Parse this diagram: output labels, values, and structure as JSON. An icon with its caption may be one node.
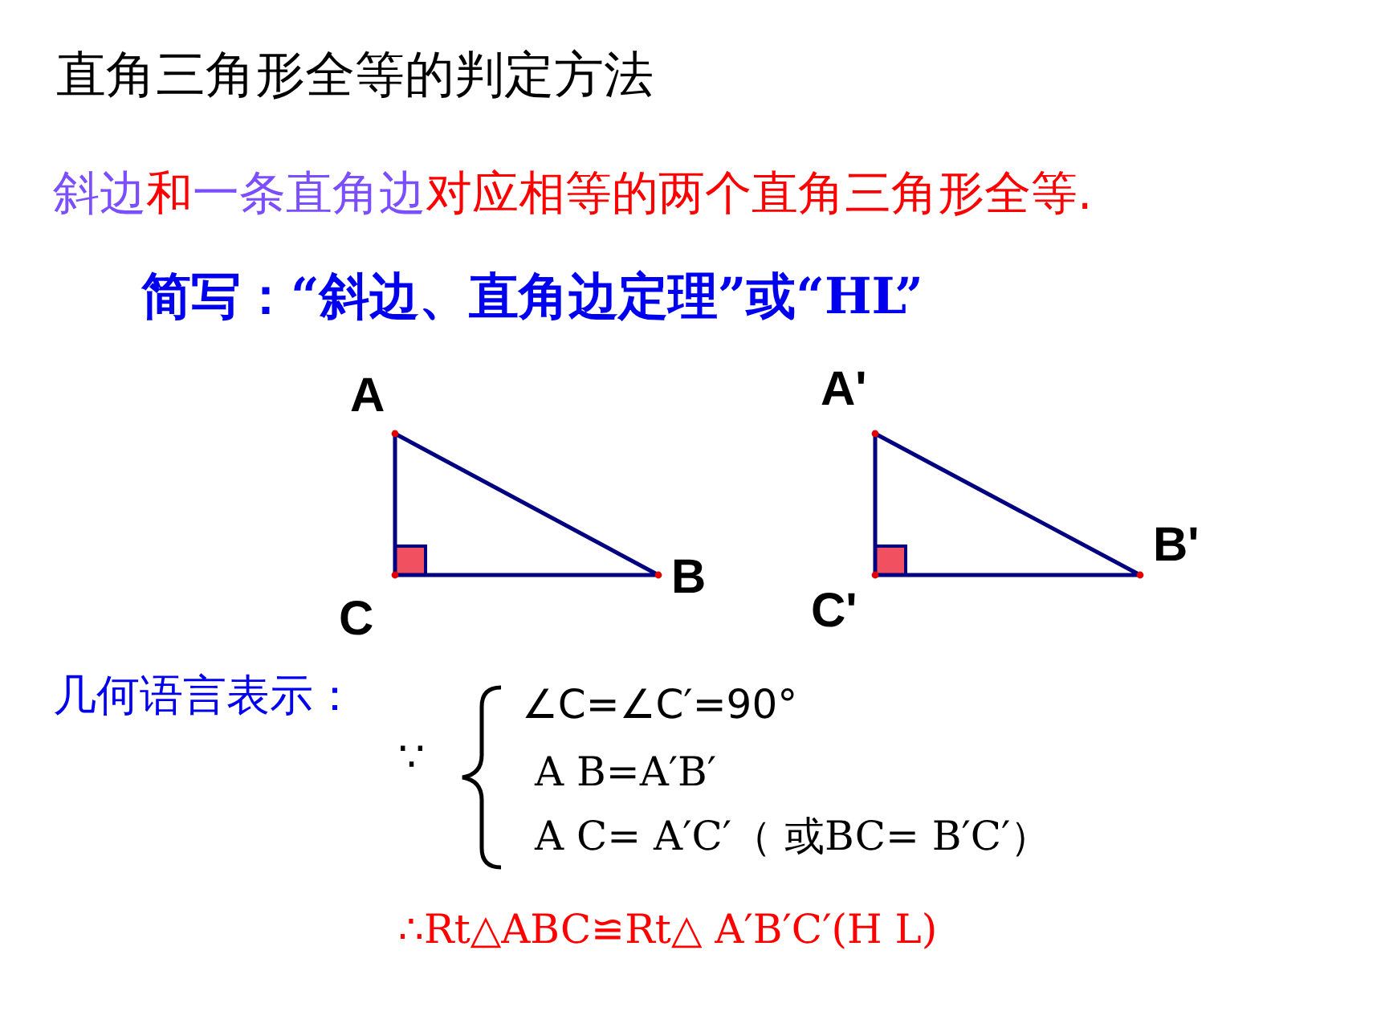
{
  "diagram": {
    "title": "直角三角形全等的判定方法",
    "labels": [
      "斜边和一条直角边对应相等的两个直角三角形全等.",
      "简写：“斜边、直角边定理”或“HL”",
      "A",
      "A'",
      "B'",
      "B",
      "C'",
      "C",
      "几何语言表示：",
      "∵",
      "∠C=∠C′=90°",
      "A B=A′B′",
      "A C= A′C′（ 或BC= B′C′）",
      "∴Rt△ABC≌Rt△ A′B′C′(H L)"
    ]
  }
}
